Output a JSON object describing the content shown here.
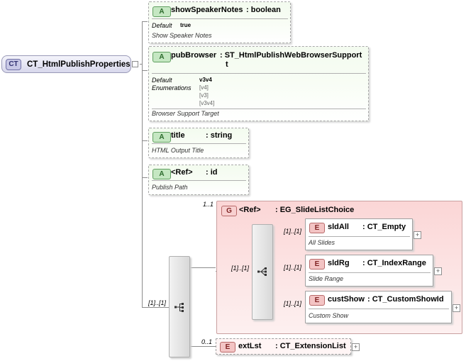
{
  "root": {
    "badge": "CT",
    "name": "CT_HtmlPublishProperties"
  },
  "attributes": [
    {
      "badge": "A",
      "name": "showSpeakerNotes",
      "type": ": boolean",
      "default_label": "Default",
      "default_value": "true",
      "doc": "Show Speaker Notes"
    },
    {
      "badge": "A",
      "name": "pubBrowser",
      "type": ": ST_HtmlPublishWebBrowserSupport",
      "type_wrap": "t",
      "default_label": "Default",
      "default_value": "v3v4",
      "enum_label": "Enumerations",
      "enums": [
        "[v4]",
        "[v3]",
        "[v3v4]"
      ],
      "doc": "Browser Support Target"
    },
    {
      "badge": "A",
      "name": "title",
      "type": ": string",
      "doc": "HTML Output Title"
    },
    {
      "badge": "A",
      "name": "<Ref>",
      "type": ": id",
      "doc": "Publish Path"
    }
  ],
  "sequence": {
    "cardinality": "[1]..[1]"
  },
  "group": {
    "badge": "G",
    "name": "<Ref>",
    "type": ": EG_SlideListChoice",
    "cardinality": "1..1"
  },
  "choice": {
    "cardinality": "[1]..[1]"
  },
  "elements": [
    {
      "badge": "E",
      "name": "sldAll",
      "type": ": CT_Empty",
      "doc": "All Slides",
      "cardinality": "[1]..[1]"
    },
    {
      "badge": "E",
      "name": "sldRg",
      "type": ": CT_IndexRange",
      "doc": "Slide Range",
      "cardinality": "[1]..[1]"
    },
    {
      "badge": "E",
      "name": "custShow",
      "type": ": CT_CustomShowId",
      "doc": "Custom Show",
      "cardinality": "[1]..[1]"
    }
  ],
  "ext": {
    "badge": "E",
    "name": "extLst",
    "type": ": CT_ExtensionList",
    "cardinality": "0..1"
  },
  "icons": {
    "expand": "+",
    "sequence": "sequence-compositor-icon",
    "choice": "choice-compositor-icon"
  }
}
